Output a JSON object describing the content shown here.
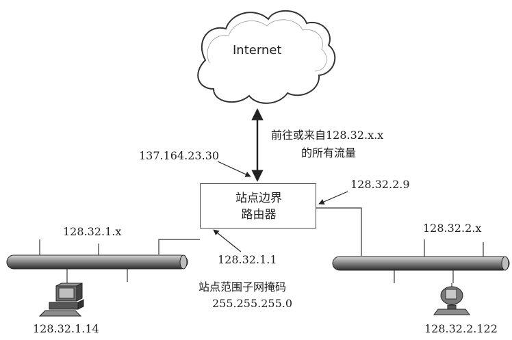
{
  "cloud_label": "Internet",
  "traffic_note": {
    "line1": "前往或来自128.32.x.x",
    "line2": "的所有流量"
  },
  "router": {
    "line1": "站点边界",
    "line2": "路由器"
  },
  "interfaces": {
    "external_ip": "137.164.23.30",
    "right_ip": "128.32.2.9",
    "left_ip": "128.32.1.1"
  },
  "subnets": {
    "left": {
      "label": "128.32.1.x",
      "host_ip": "128.32.1.14",
      "host_icon": "desktop-computer-icon"
    },
    "right": {
      "label": "128.32.2.x",
      "host_ip": "128.32.2.122",
      "host_icon": "workstation-computer-icon"
    }
  },
  "subnet_mask": {
    "title": "站点范围子网掩码",
    "value": "255.255.255.0"
  }
}
